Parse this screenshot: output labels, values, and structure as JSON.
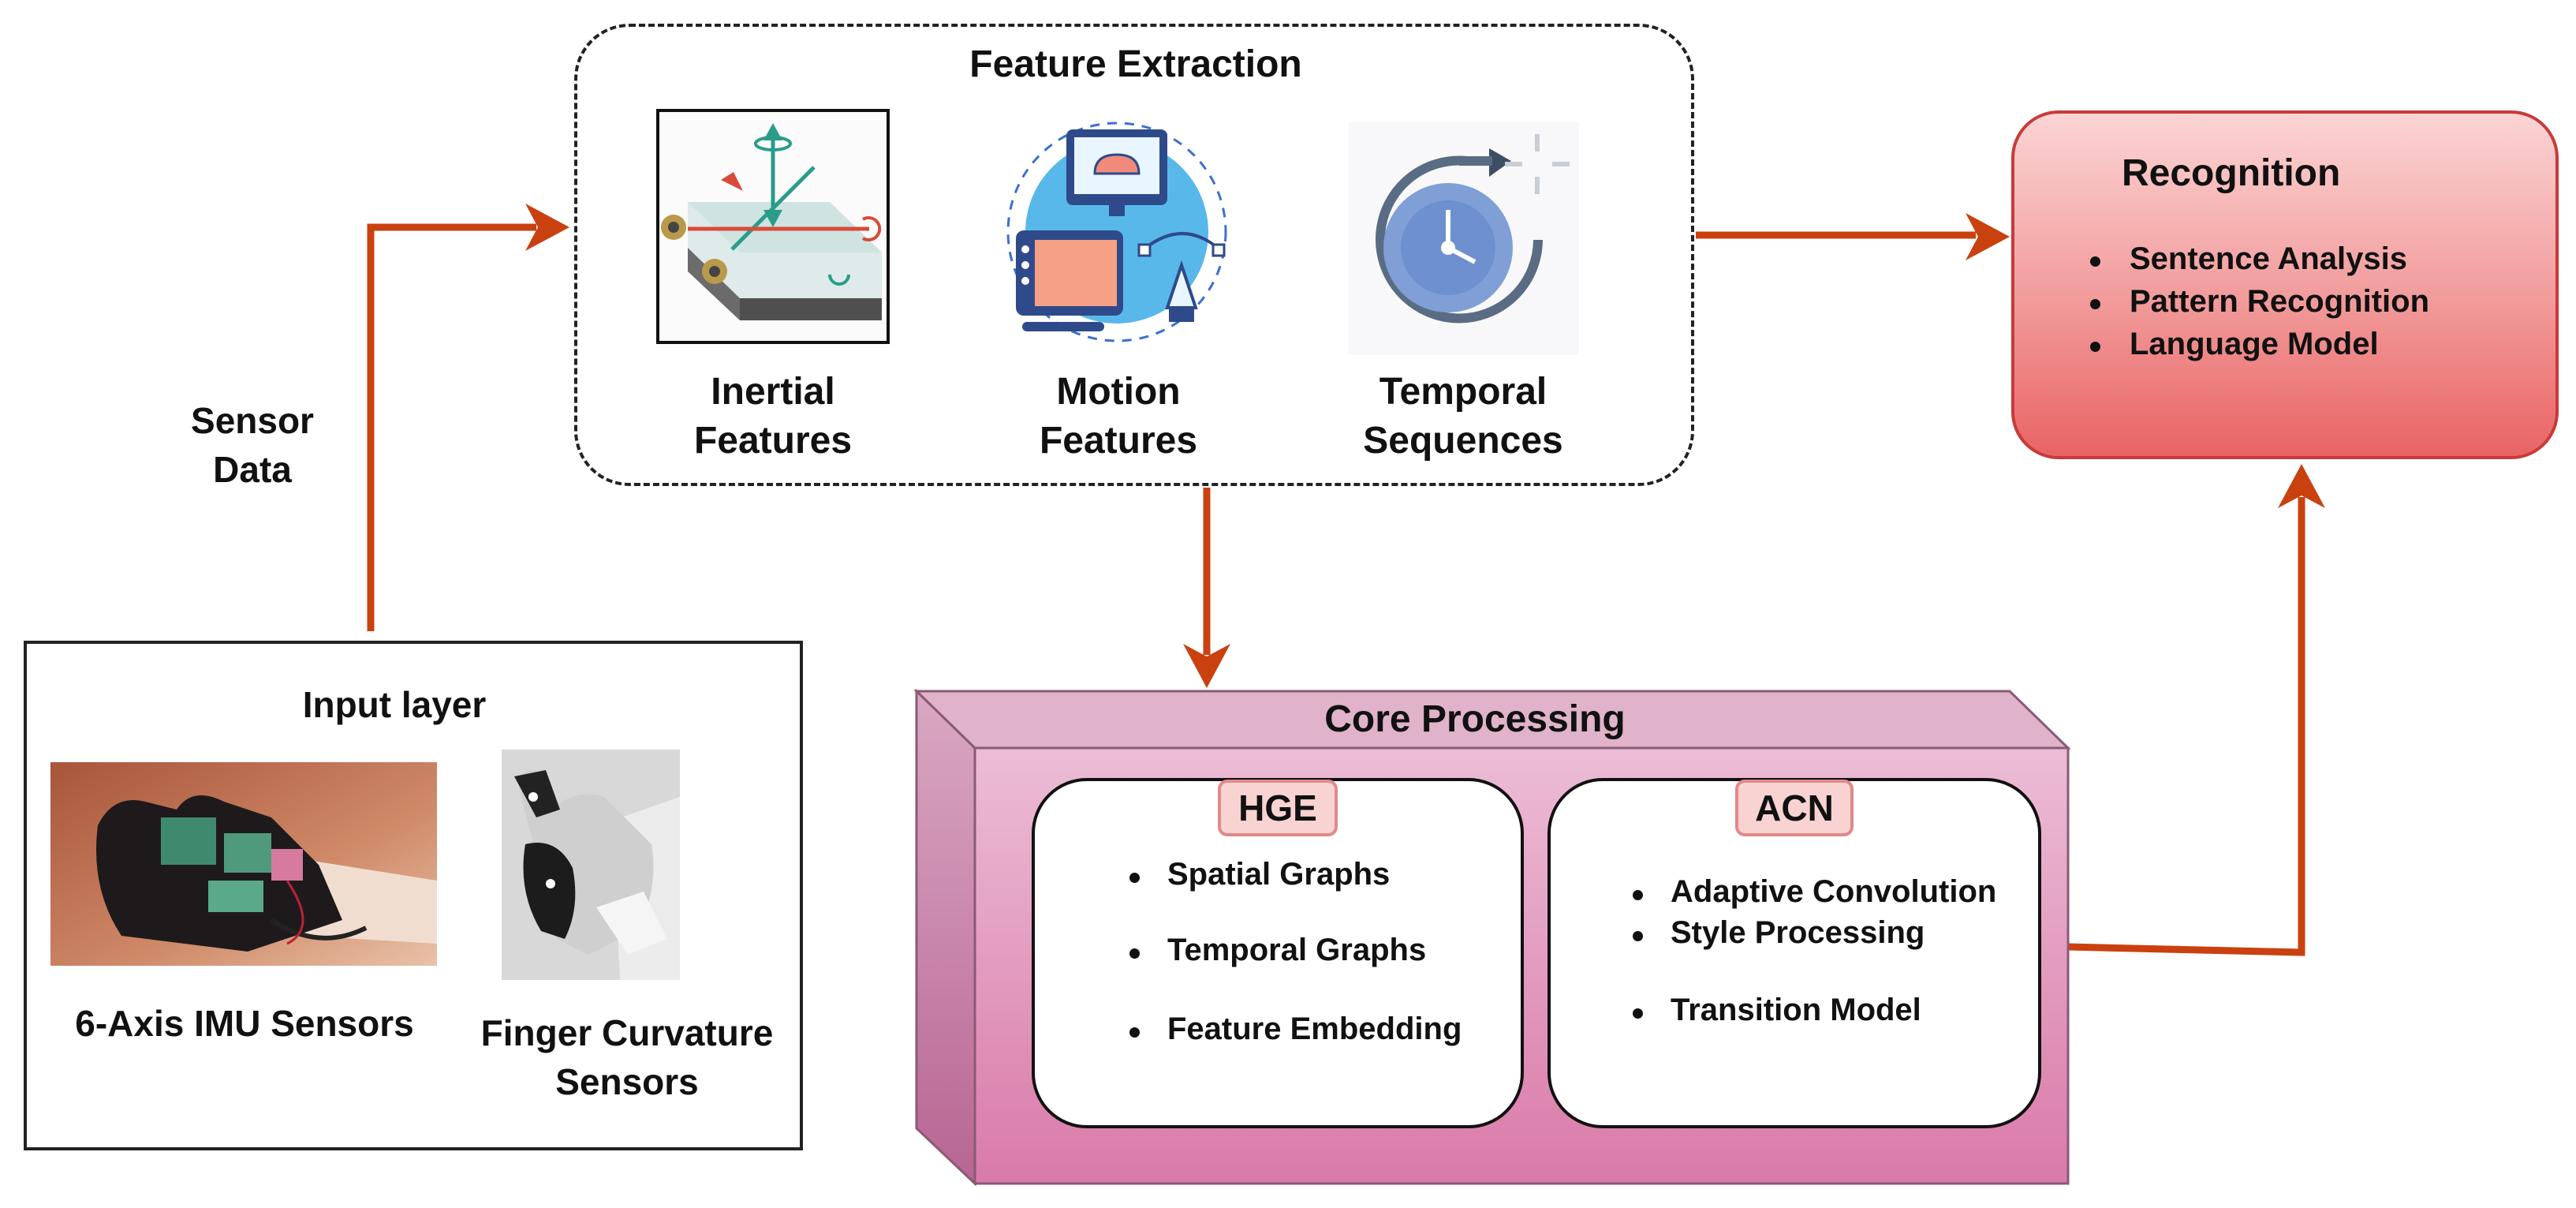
{
  "feature_extraction": {
    "title": "Feature Extraction",
    "items": [
      {
        "line1": "Inertial",
        "line2": "Features",
        "icon": "inertial-axes-icon"
      },
      {
        "line1": "Motion",
        "line2": "Features",
        "icon": "motion-design-icon"
      },
      {
        "line1": "Temporal",
        "line2": "Sequences",
        "icon": "clock-cycle-icon"
      }
    ]
  },
  "sensor_data": {
    "line1": "Sensor",
    "line2": "Data"
  },
  "input_layer": {
    "title": "Input layer",
    "imu": {
      "label": "6-Axis IMU Sensors"
    },
    "finger": {
      "line1": "Finger Curvature",
      "line2": "Sensors"
    }
  },
  "recognition": {
    "title": "Recognition",
    "items": [
      "Sentence Analysis",
      "Pattern Recognition",
      "Language Model"
    ]
  },
  "core": {
    "title": "Core Processing",
    "hge": {
      "tag": "HGE",
      "items": [
        "Spatial Graphs",
        "Temporal Graphs",
        "Feature Embedding"
      ]
    },
    "acn": {
      "tag": "ACN",
      "items": [
        "Adaptive Convolution",
        "Style Processing",
        "Transition Model"
      ]
    }
  },
  "colors": {
    "arrow": "#c9410f",
    "core_front": "#dc8fb4",
    "core_side": "#c678a0",
    "recognition": "#f08c8c"
  }
}
